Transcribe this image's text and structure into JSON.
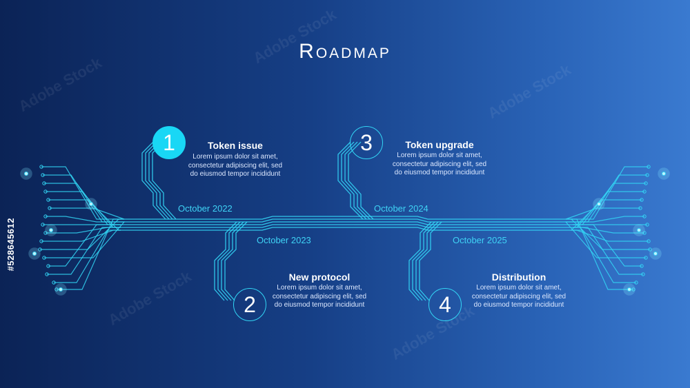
{
  "title": "Roadmap",
  "side_label": "#528645612",
  "watermark": "Adobe Stock",
  "colors": {
    "accent": "#19d7f5",
    "line": "#33d6f5",
    "background_left": "#0b2356",
    "background_right": "#3a7ad0"
  },
  "milestones": [
    {
      "number": "1",
      "title": "Token issue",
      "lines": [
        "Lorem ipsum dolor sit amet,",
        "consectetur adipiscing elit, sed",
        "do eiusmod tempor incididunt"
      ],
      "date": "October 2022"
    },
    {
      "number": "2",
      "title": "New protocol",
      "lines": [
        "Lorem ipsum dolor sit amet,",
        "consectetur adipiscing elit, sed",
        "do eiusmod tempor incididunt"
      ],
      "date": "October 2023"
    },
    {
      "number": "3",
      "title": "Token upgrade",
      "lines": [
        "Lorem ipsum dolor sit amet,",
        "consectetur adipiscing elit, sed",
        "do eiusmod tempor incididunt"
      ],
      "date": "October 2024"
    },
    {
      "number": "4",
      "title": "Distribution",
      "lines": [
        "Lorem ipsum dolor sit amet,",
        "consectetur adipiscing elit, sed",
        "do eiusmod tempor incididunt"
      ],
      "date": "October 2025"
    }
  ]
}
